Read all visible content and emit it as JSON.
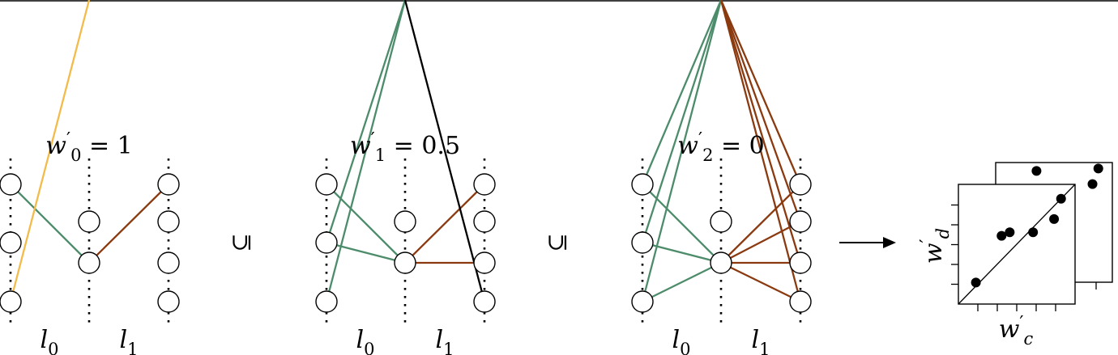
{
  "colors": {
    "green": "#4d8c6b",
    "rust": "#8b3a10",
    "yellow": "#f2bb4a",
    "black": "#000000"
  },
  "panels": [
    {
      "weight": {
        "base": "w",
        "prime": "′",
        "sub": "0",
        "rest": " = 1"
      },
      "layer_labels": [
        {
          "base": "l",
          "sub": "0"
        },
        {
          "base": "l",
          "sub": "1"
        }
      ],
      "hidden_nodes": [
        "h1",
        "h2"
      ],
      "edges": [
        [
          "i0",
          "h1",
          "green"
        ],
        [
          "i2",
          "h2",
          "yellow"
        ],
        [
          "h1",
          "o0",
          "rust"
        ]
      ]
    },
    {
      "weight": {
        "base": "w",
        "prime": "′",
        "sub": "1",
        "rest": " = 0.5"
      },
      "layer_labels": [
        {
          "base": "l",
          "sub": "0"
        },
        {
          "base": "l",
          "sub": "1"
        }
      ],
      "hidden_nodes": [
        "h1",
        "h2"
      ],
      "edges": [
        [
          "i0",
          "h1",
          "green"
        ],
        [
          "i1",
          "h1",
          "green"
        ],
        [
          "i1",
          "h2",
          "green"
        ],
        [
          "i2",
          "h2",
          "green"
        ],
        [
          "h1",
          "o0",
          "rust"
        ],
        [
          "h1",
          "o2",
          "rust"
        ],
        [
          "h2",
          "o3",
          "black"
        ]
      ]
    },
    {
      "weight": {
        "base": "w",
        "prime": "′",
        "sub": "2",
        "rest": " = 0"
      },
      "layer_labels": [
        {
          "base": "l",
          "sub": "0"
        },
        {
          "base": "l",
          "sub": "1"
        }
      ],
      "hidden_nodes": [
        "h1",
        "h2"
      ],
      "edges": [
        [
          "i0",
          "h1",
          "green"
        ],
        [
          "i0",
          "h2",
          "green"
        ],
        [
          "i1",
          "h1",
          "green"
        ],
        [
          "i1",
          "h2",
          "green"
        ],
        [
          "i2",
          "h1",
          "green"
        ],
        [
          "i2",
          "h2",
          "green"
        ],
        [
          "h1",
          "o0",
          "rust"
        ],
        [
          "h1",
          "o1",
          "rust"
        ],
        [
          "h1",
          "o2",
          "rust"
        ],
        [
          "h1",
          "o3",
          "rust"
        ],
        [
          "h2",
          "o0",
          "rust"
        ],
        [
          "h2",
          "o1",
          "rust"
        ],
        [
          "h2",
          "o2",
          "rust"
        ],
        [
          "h2",
          "o3",
          "rust"
        ]
      ]
    }
  ],
  "subset_symbol": "⊆",
  "plot": {
    "xlabel": {
      "base": "w",
      "prime": "′",
      "sub": "c"
    },
    "ylabel": {
      "base": "w",
      "prime": "′",
      "sub": "d"
    },
    "front_points": [
      [
        0.15,
        0.18
      ],
      [
        0.37,
        0.57
      ],
      [
        0.44,
        0.6
      ],
      [
        0.64,
        0.6
      ],
      [
        0.82,
        0.71
      ],
      [
        0.88,
        0.88
      ]
    ],
    "back_points": [
      [
        0.35,
        0.93
      ],
      [
        0.83,
        0.82
      ],
      [
        0.88,
        0.95
      ]
    ]
  }
}
